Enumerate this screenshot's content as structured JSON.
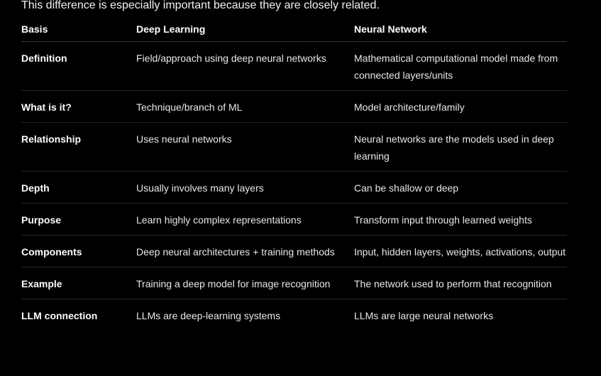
{
  "intro": "This difference is especially important because they are closely related.",
  "table": {
    "headers": [
      "Basis",
      "Deep Learning",
      "Neural Network"
    ],
    "rows": [
      {
        "basis": "Definition",
        "dl": "Field/approach using deep neural networks",
        "nn": "Mathematical computational model made from connected layers/units"
      },
      {
        "basis": "What is it?",
        "dl": "Technique/branch of ML",
        "nn": "Model architecture/family"
      },
      {
        "basis": "Relationship",
        "dl": "Uses neural networks",
        "nn": "Neural networks are the models used in deep learning"
      },
      {
        "basis": "Depth",
        "dl": "Usually involves many layers",
        "nn": "Can be shallow or deep"
      },
      {
        "basis": "Purpose",
        "dl": "Learn highly complex representations",
        "nn": "Transform input through learned weights"
      },
      {
        "basis": "Components",
        "dl": "Deep neural architectures + training methods",
        "nn": "Input, hidden layers, weights, activations, output"
      },
      {
        "basis": "Example",
        "dl": "Training a deep model for image recognition",
        "nn": "The network used to perform that recognition"
      },
      {
        "basis": "LLM connection",
        "dl": "LLMs are deep-learning systems",
        "nn": "LLMs are large neural networks"
      }
    ]
  },
  "colors": {
    "background": "#000000",
    "text": "#f2f2f2",
    "divider": "#262626"
  }
}
